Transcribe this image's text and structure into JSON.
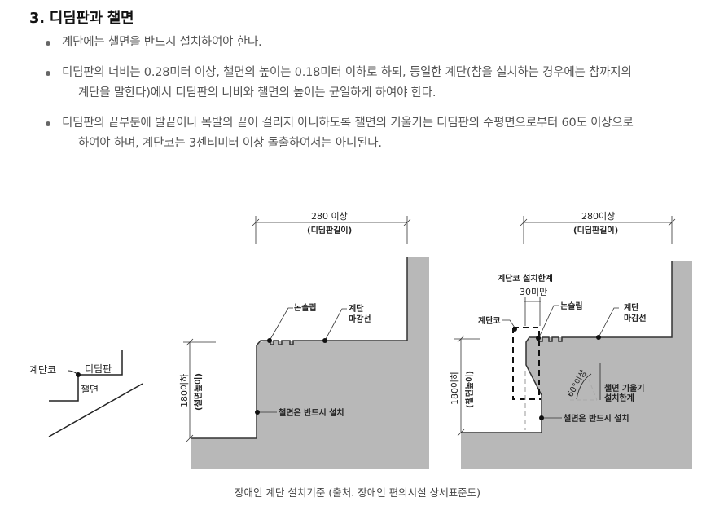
{
  "heading": "3. 디딤판과 챌면",
  "bullets": [
    {
      "line1": "계단에는 챌면을 반드시 설치하여야 한다.",
      "line2": ""
    },
    {
      "line1": "디딤판의 너비는 0.28미터 이상, 챌면의 높이는 0.18미터 이하로 하되, 동일한 계단(참을 설치하는 경우에는 참까지의",
      "line2": "계단을 말한다)에서 디딤판의 너비와 챌면의 높이는 균일하게 하여야 한다."
    },
    {
      "line1": "디딤판의 끝부분에 발끝이나 목발의 끝이 걸리지 아니하도록 챌면의 기울기는 디딤판의 수평면으로부터 60도 이상으로",
      "line2": "하여야 하며, 계단코는 3센티미터 이상 돌출하여서는 아니된다."
    }
  ],
  "figure": {
    "small_diagram": {
      "nosing": "계단코",
      "tread": "디딤판",
      "riser": "챌면"
    },
    "diagram_left": {
      "width_dim": "280  이상",
      "width_sub": "(디딤판길이)",
      "height_dim": "180이하",
      "height_sub": "(챌면높이)",
      "nonslip": "논슬립",
      "edge_line1": "계단",
      "edge_line2": "마감선",
      "riser_note": "챌면은 반드시 설치"
    },
    "diagram_right": {
      "width_dim": "280이상",
      "width_sub": "(디딤판길이)",
      "height_dim": "180이하",
      "height_sub": "(챌면높이)",
      "nosing_limit": "계단코 설치한계",
      "nosing_dim": "30미만",
      "nosing": "계단코",
      "nonslip": "논슬립",
      "edge_line1": "계단",
      "edge_line2": "마감선",
      "angle": "60°이상",
      "slope_line1": "챌면 기울기",
      "slope_line2": "설치한계",
      "riser_note": "챌면은 반드시 설치"
    },
    "fill_color": "#b8b8b8"
  },
  "caption": "장애인 계단 설치기준 (출처. 장애인 편의시설 상세표준도)"
}
